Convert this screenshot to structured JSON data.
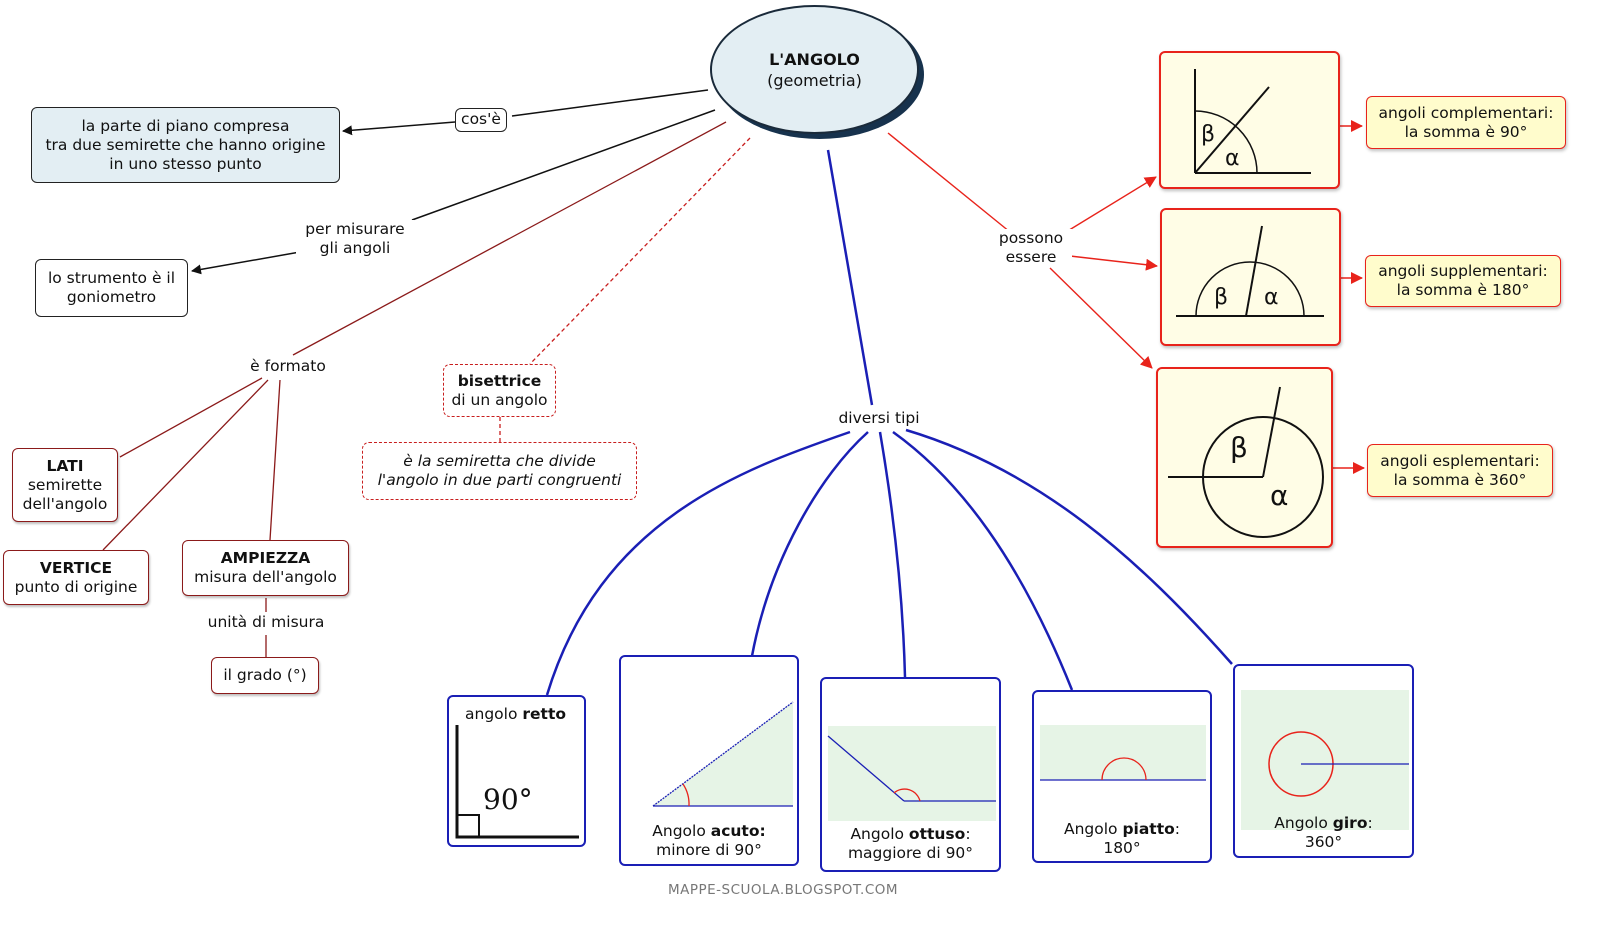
{
  "title": "L'ANGOLO",
  "subtitle": "(geometria)",
  "definition": {
    "link": "cos'è",
    "lines": [
      "la parte di piano compresa",
      "tra due semirette che hanno origine",
      "in uno stesso punto"
    ]
  },
  "measure": {
    "link_lines": [
      "per misurare",
      "gli angoli"
    ],
    "tool_lines": [
      "lo strumento è il",
      "goniometro"
    ]
  },
  "formed": {
    "link": "è formato",
    "lati": {
      "title": "LATI",
      "lines": [
        "semirette",
        "dell'angolo"
      ]
    },
    "vertice": {
      "title": "VERTICE",
      "lines": [
        "punto di origine"
      ]
    },
    "ampiezza": {
      "title": "AMPIEZZA",
      "lines": [
        "misura dell'angolo"
      ]
    },
    "unit_link": "unità di misura",
    "unit": "il grado (°)"
  },
  "bisector": {
    "title": "bisettrice",
    "subtitle": "di un angolo",
    "def_lines": [
      "è la semiretta che divide",
      "l'angolo in due parti congruenti"
    ]
  },
  "types": {
    "link": "diversi tipi",
    "retto": {
      "prefix": "angolo ",
      "bold": "retto",
      "value": "90°"
    },
    "acuto": {
      "prefix": "Angolo ",
      "bold": "acuto:",
      "line2": "minore di 90°"
    },
    "ottuso": {
      "prefix": "Angolo ",
      "bold": "ottuso",
      "suffix": ":",
      "line2": "maggiore di 90°"
    },
    "piatto": {
      "prefix": "Angolo ",
      "bold": "piatto",
      "suffix": ":",
      "line2": "180°"
    },
    "giro": {
      "prefix": "Angolo ",
      "bold": "giro",
      "suffix": ":",
      "line2": "360°"
    }
  },
  "pairs": {
    "link_lines": [
      "possono",
      "essere"
    ],
    "greek": {
      "beta": "β",
      "alpha": "α"
    },
    "complementari": [
      "angoli complementari:",
      "la somma è 90°"
    ],
    "supplementari": [
      "angoli supplementari:",
      "la somma è 180°"
    ],
    "esplementari": [
      "angoli esplementari:",
      "la somma è 360°"
    ]
  },
  "footer": "MAPPE-SCUOLA.BLOGSPOT.COM",
  "colors": {
    "black_link": "#111111",
    "dark_red": "#8b1a1a",
    "red": "#e8231b",
    "blue": "#1a1fb5",
    "ellipse": "#e3eef3",
    "yellow": "#fffccc"
  }
}
